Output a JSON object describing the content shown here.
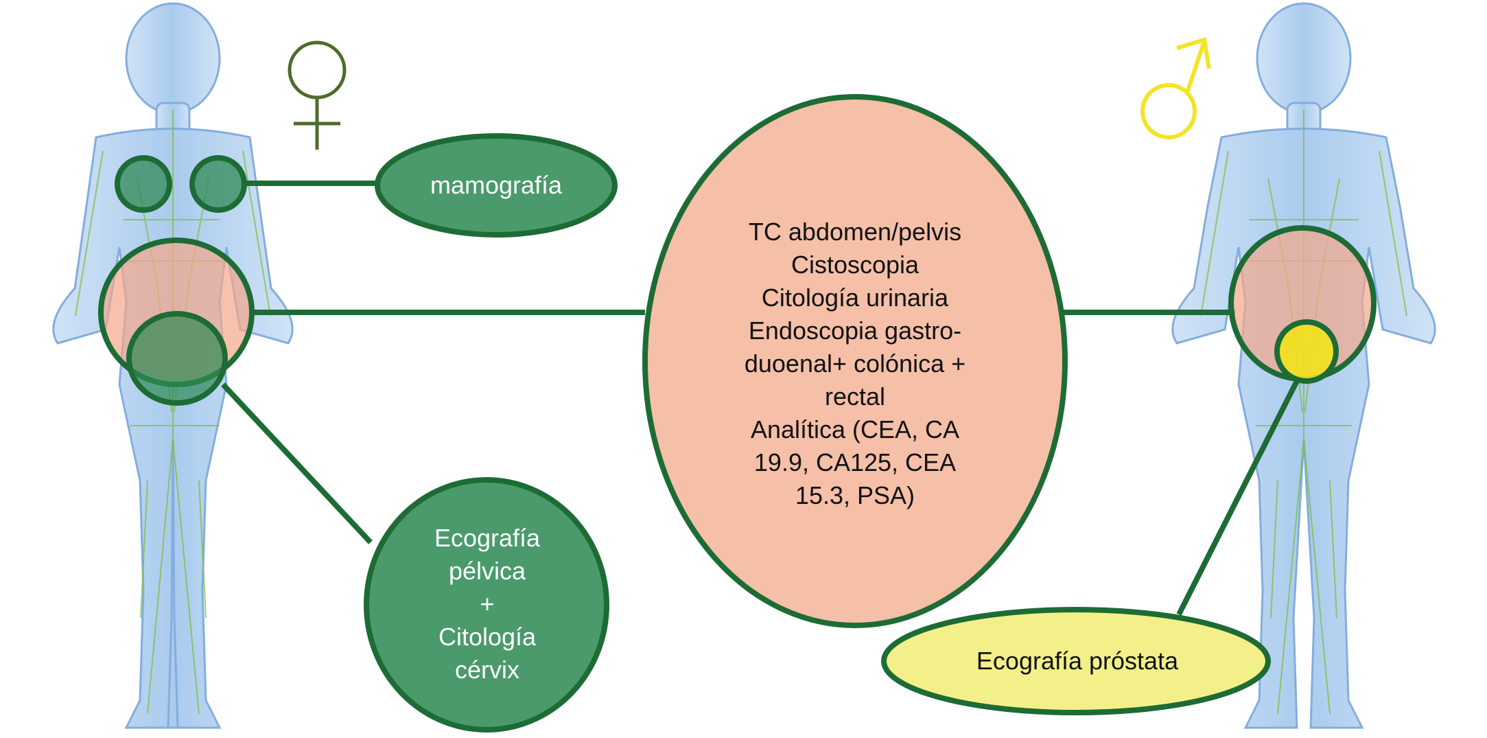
{
  "symbols": {
    "female": {
      "icon": "female-symbol-icon",
      "color": "#4f6b2a"
    },
    "male": {
      "icon": "male-symbol-icon",
      "color": "#f2e426"
    }
  },
  "figures": {
    "left": {
      "icon": "human-body-lymphatic-icon",
      "sex": "female"
    },
    "right": {
      "icon": "human-body-lymphatic-icon",
      "sex": "male"
    }
  },
  "nodes": {
    "mammography": {
      "label": "mamografía"
    },
    "center": {
      "lines": [
        "TC abdomen/pelvis",
        "Cistoscopia",
        "Citología urinaria",
        "Endoscopia gastro-",
        "duoenal+ colónica +",
        "rectal",
        "Analítica (CEA, CA",
        "19.9, CA125, CEA",
        "15.3, PSA)"
      ]
    },
    "pelvic": {
      "lines": [
        "Ecografía",
        "pélvica",
        "+",
        "Citología",
        "cérvix"
      ]
    },
    "prostate": {
      "label": "Ecografía próstata"
    }
  },
  "colors": {
    "dark_green": "#1d6b35",
    "mid_green": "#4a9a6c",
    "salmon": "#f5bfa8",
    "yellow": "#f4f089",
    "body_blue": "#9cc3ec",
    "body_outline": "#6e9fd8",
    "lymph_green": "#7fbf3a"
  }
}
